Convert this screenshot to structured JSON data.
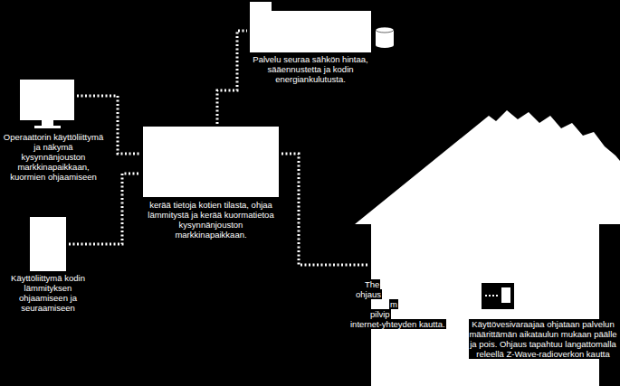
{
  "diagram": {
    "nodes": [
      {
        "text": [
          "Palvelu seuraa sähkön hintaa, sääennustetta ja kodin energiankulutusta."
        ]
      },
      {
        "text": [
          "Operaattorin käyttöliittymä ja näkymä kysynnänjouston markkinapaikkaan, kuormien ohjaamiseen"
        ]
      },
      {
        "text": [
          "kerää tietoja kotien tilasta, ohjaa lämmitystä ja kerää kuormatietoa kysynnänjouston markkinapaikkaan."
        ]
      },
      {
        "text": [
          "Käyttöliittymä kodin lämmityksen ohjaamiseen ja seuraamiseen"
        ]
      },
      {
        "text": [
          "Käyttövesivaraajaa ohjataan palvelun määrittämän aikataulun mukaan päälle ja pois. Ohjaus tapahtuu langattomalla releellä Z-Wave-radioverkon kautta"
        ]
      }
    ],
    "edges": [
      {
        "from": 1,
        "to": 2,
        "arrow": "none"
      },
      {
        "from": 3,
        "to": 2,
        "arrow": "none"
      },
      {
        "from": 2,
        "to": 0,
        "arrow": "none"
      },
      {
        "from": 2,
        "to": 4,
        "arrow": "none"
      }
    ],
    "labels": [
      "The",
      "ohjaus",
      "m",
      "pilvip",
      "internet-yhteyden kautta."
    ]
  }
}
